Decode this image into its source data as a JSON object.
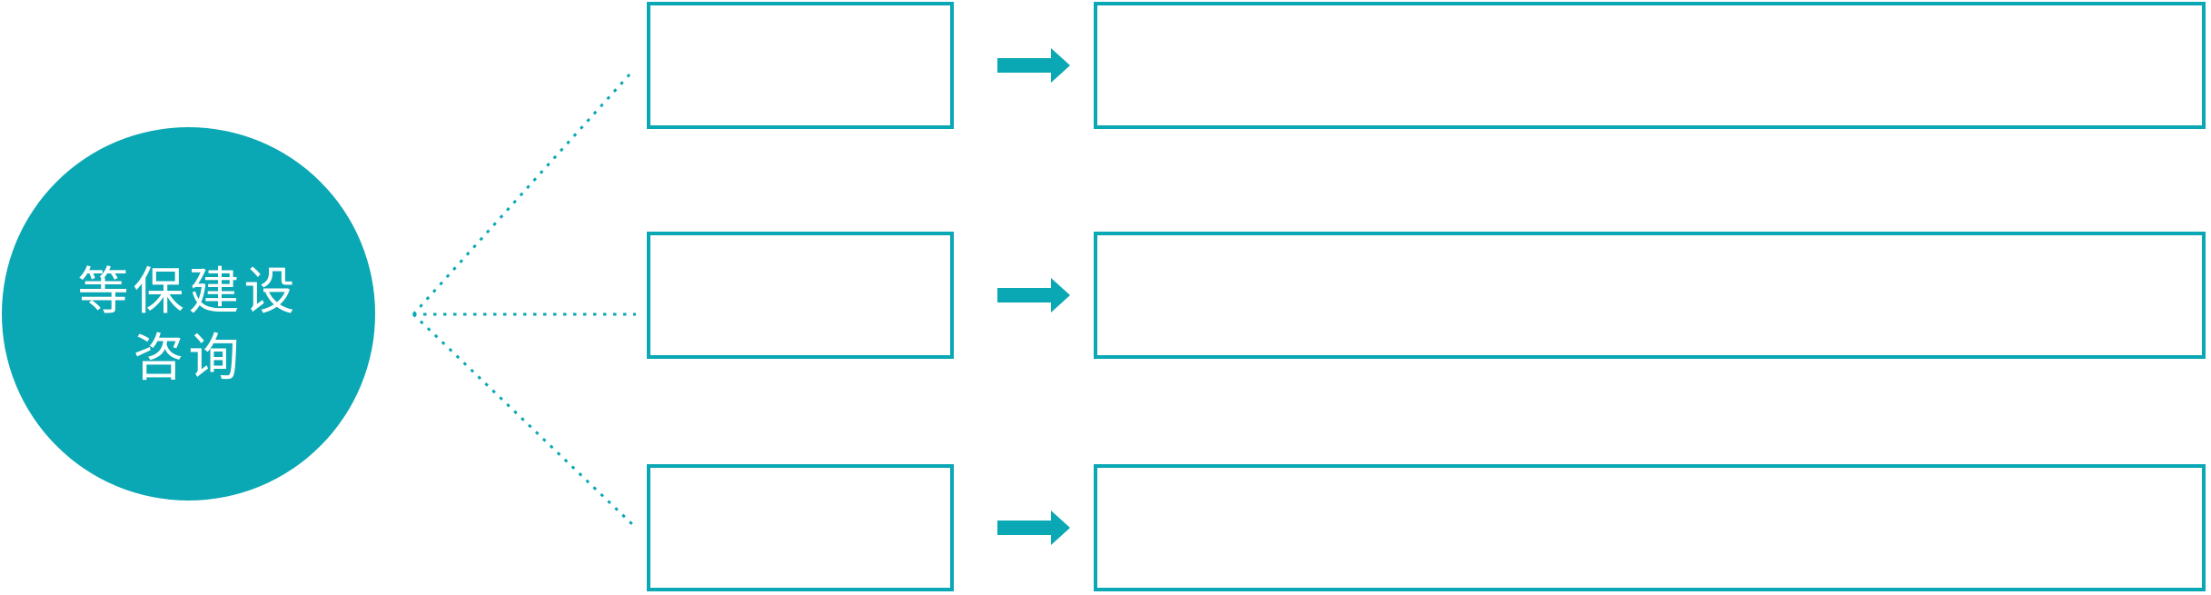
{
  "colors": {
    "accent": "#0aa7b4",
    "text_on_accent": "#ffffff",
    "background": "#ffffff"
  },
  "hub": {
    "label_line1": "等保建设",
    "label_line2": "咨询"
  },
  "connectors": {
    "style": "dotted",
    "count": 3
  },
  "rows": [
    {
      "small_box_label": "",
      "arrow_icon": "arrow-right-icon",
      "large_box_label": ""
    },
    {
      "small_box_label": "",
      "arrow_icon": "arrow-right-icon",
      "large_box_label": ""
    },
    {
      "small_box_label": "",
      "arrow_icon": "arrow-right-icon",
      "large_box_label": ""
    }
  ]
}
